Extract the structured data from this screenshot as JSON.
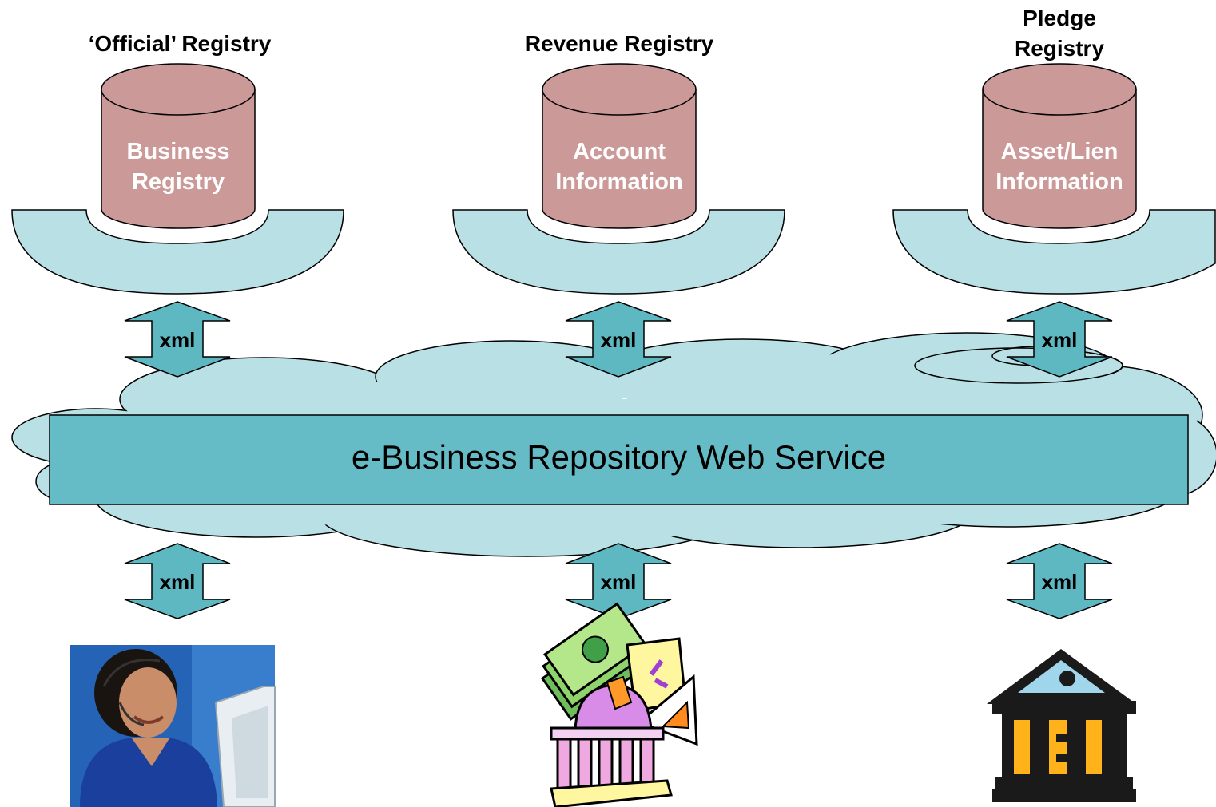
{
  "registries": [
    {
      "title": "‘Official’ Registry",
      "db_line1": "Business",
      "db_line2": "Registry"
    },
    {
      "title": "Revenue Registry",
      "db_line1": "Account",
      "db_line2": "Information"
    },
    {
      "title_line1": "Pledge",
      "title_line2": "Registry",
      "db_line1": "Asset/Lien",
      "db_line2": "Information"
    }
  ],
  "connectors": {
    "top": [
      "xml",
      "xml",
      "xml"
    ],
    "bottom": [
      "xml",
      "xml",
      "xml"
    ]
  },
  "service": {
    "label": "e-Business Repository Web Service"
  },
  "consumers": [
    {
      "icon": "customer-service-agent-photo"
    },
    {
      "icon": "revenue-money-building-icon"
    },
    {
      "icon": "bank-building-icon"
    }
  ],
  "colors": {
    "cylinder": "#cc9999",
    "cloud": "#b9e0e4",
    "service_bar": "#66bcc6",
    "arrow": "#5eb8c2"
  }
}
